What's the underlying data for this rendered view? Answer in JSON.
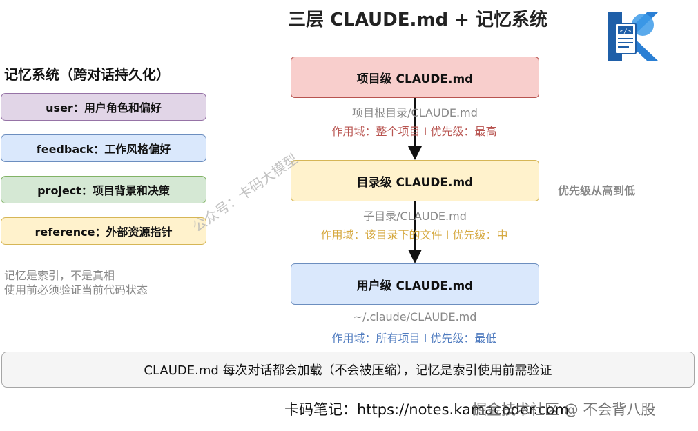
{
  "title": "三层 CLAUDE.md + 记忆系统",
  "memory": {
    "title": "记忆系统（跨对话持久化）",
    "items": [
      {
        "label": "user：用户角色和偏好"
      },
      {
        "label": "feedback：工作风格偏好"
      },
      {
        "label": "project：项目背景和决策"
      },
      {
        "label": "reference：外部资源指针"
      }
    ],
    "notes": [
      "记忆是索引，不是真相",
      "使用前必须验证当前代码状态"
    ]
  },
  "levels": [
    {
      "label": "项目级 CLAUDE.md",
      "path": "项目根目录/CLAUDE.md",
      "scope": "作用域：整个项目 I 优先级：最高"
    },
    {
      "label": "目录级 CLAUDE.md",
      "path": "子目录/CLAUDE.md",
      "scope": "作用域：该目录下的文件 I 优先级：中"
    },
    {
      "label": "用户级 CLAUDE.md",
      "path": "~/.claude/CLAUDE.md",
      "scope": "作用域：所有项目 I 优先级：最低"
    }
  ],
  "priority_label": "优先级从高到低",
  "watermark": "公众号：卡码大模型",
  "bottom_note": "CLAUDE.md 每次对话都会加载（不会被压缩），记忆是索引使用前需验证",
  "footer": {
    "text": "卡码笔记：https://notes.kamacoder.com",
    "watermark": "掘金技术社区 @ 不会背八股"
  },
  "colors": {
    "project_red": "#f8cecc",
    "dir_yellow": "#fff2cc",
    "user_blue": "#dae8fc",
    "memory_purple": "#e1d5e7",
    "memory_green": "#d5e8d4"
  },
  "icons": {
    "logo": "logo-icon"
  }
}
